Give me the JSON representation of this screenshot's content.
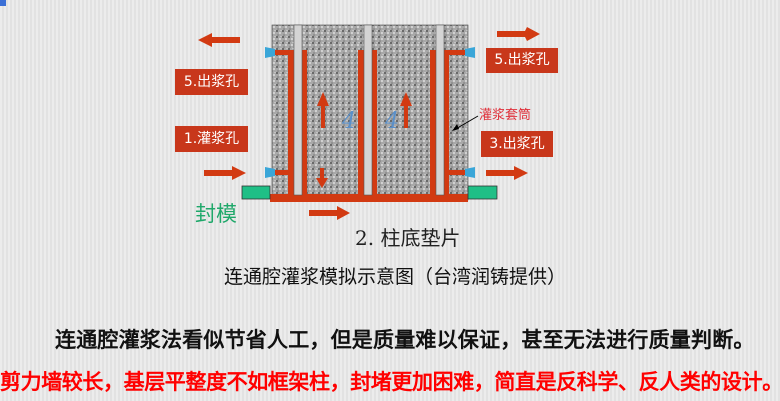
{
  "diagram": {
    "labels": {
      "outlet_5_left": "5.出浆孔",
      "inlet_1": "1.灌浆孔",
      "outlet_5_right": "5.出浆孔",
      "outlet_3": "3.出浆孔",
      "sleeve": "灌浆套筒",
      "seal": "封模",
      "shim": "2. 柱底垫片",
      "marker_left": "4",
      "marker_right": "4"
    },
    "colors": {
      "pipe": "#d23a12",
      "seal": "#1fbf86",
      "nozzle": "#3aa6d8",
      "concrete": "#9a9a9a"
    }
  },
  "caption": "连通腔灌浆模拟示意图（台湾润铸提供）",
  "text_line_1": "连通腔灌浆法看似节省人工，但是质量难以保证，甚至无法进行质量判断。",
  "text_line_2": "剪力墙较长，基层平整度不如框架柱，封堵更加困难，简直是反科学、反人类的设计。"
}
